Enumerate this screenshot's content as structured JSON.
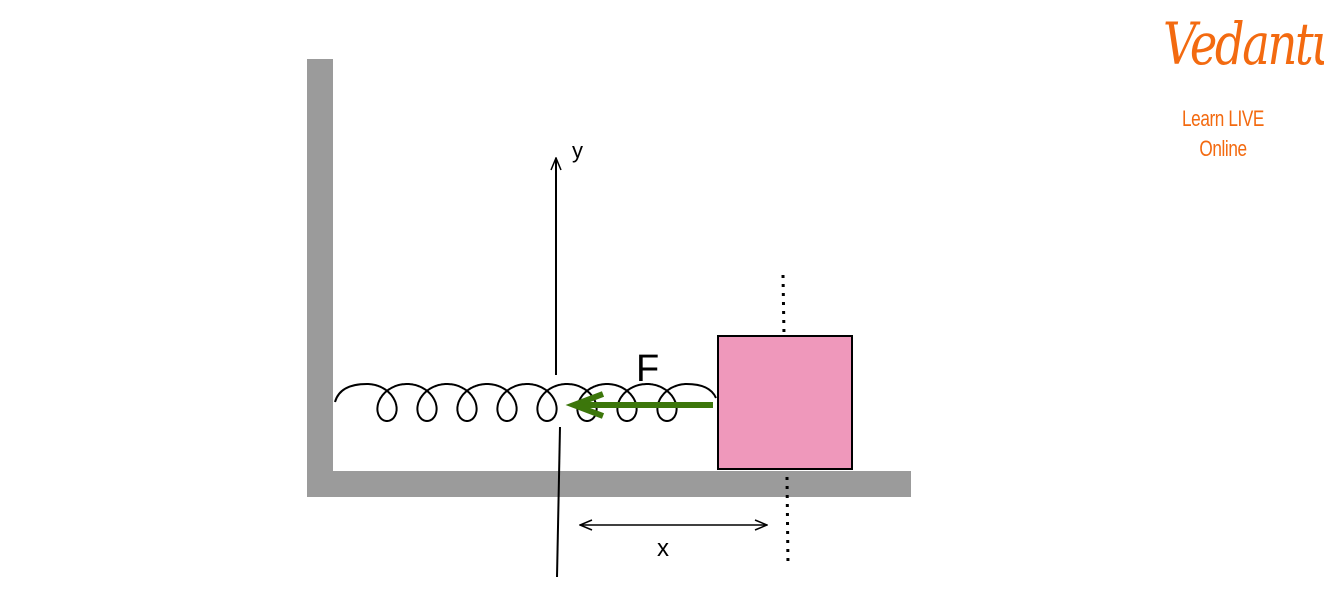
{
  "diagram": {
    "y_axis_label": "y",
    "x_axis_label": "x",
    "force_label": "F",
    "colors": {
      "wall": "#9b9b9b",
      "block": "#ef98bb",
      "force_arrow": "#3c760b",
      "brand": "#f36a10"
    }
  },
  "logo": {
    "name": "Vedantu",
    "tagline": "Learn LIVE Online"
  }
}
